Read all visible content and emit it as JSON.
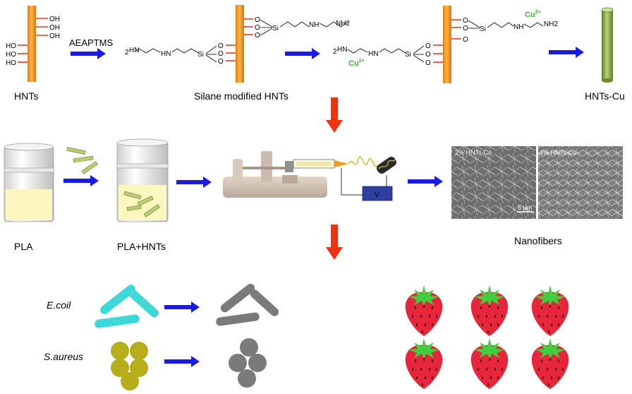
{
  "labels": {
    "hnts": "HNTs",
    "reagent": "AEAPTMS",
    "silane": "Silane modified HNTs",
    "hnts_cu": "HNTs-Cu",
    "pla": "PLA",
    "pla_hnts": "PLA+HNTs",
    "nanofibers": "Nanofibers",
    "ecoli": "E.coil",
    "saureus": "S.aureus"
  },
  "chem": {
    "oh": "OH",
    "ho": "HO",
    "o": "O",
    "si": "Si",
    "nh": "NH",
    "hn": "HN",
    "nh2": "NH2",
    "h2n_sub": "2",
    "cu_base": "Cu",
    "cu_sup": "2+"
  },
  "sem": {
    "panel1": "2% HNTs-Cu",
    "panel2": "4% HNTs-Cu",
    "scale": "5 μm"
  },
  "voltage_symbol": "V",
  "colors": {
    "tube": "#f39a1f",
    "bond": "#e63b1f",
    "arrow_blue": "#1a1ae6",
    "arrow_red": "#ee3311",
    "cu_green": "#22c422",
    "ecoli_before": "#2dd6d6",
    "saureus_before": "#b5ad1a",
    "bacteria_after": "#7a7a7a",
    "strawberry": "#e8263b",
    "leaf": "#3fcf3f"
  }
}
